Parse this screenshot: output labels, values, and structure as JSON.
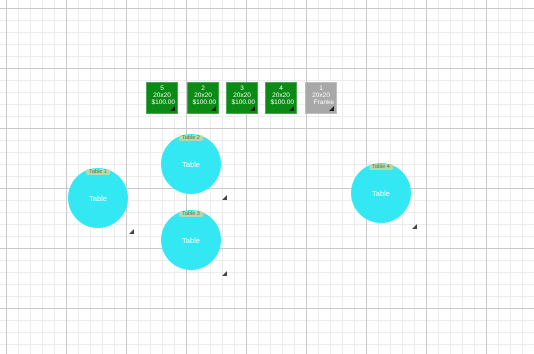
{
  "colors": {
    "booth_sold": "#0b8a16",
    "booth_available": "#a8a8a8",
    "table_fill": "#33e8f2",
    "grid_major": "#c9c9c9",
    "grid_minor": "#ececec"
  },
  "booths": [
    {
      "number": "5",
      "size": "20x20",
      "price": "$100.00",
      "status": "sold"
    },
    {
      "number": "2",
      "size": "20x20",
      "price": "$100.00",
      "status": "sold"
    },
    {
      "number": "3",
      "size": "20x20",
      "price": "$100.00",
      "status": "sold"
    },
    {
      "number": "4",
      "size": "20x20",
      "price": "$100.00",
      "status": "sold"
    },
    {
      "number": "1",
      "size": "20x20",
      "price": "Franke",
      "status": "available"
    }
  ],
  "tables": [
    {
      "label": "Table",
      "tag": "Table 2"
    },
    {
      "label": "Table",
      "tag": "Table 1"
    },
    {
      "label": "Table",
      "tag": "Table 3"
    },
    {
      "label": "Table",
      "tag": "Table 4"
    }
  ]
}
